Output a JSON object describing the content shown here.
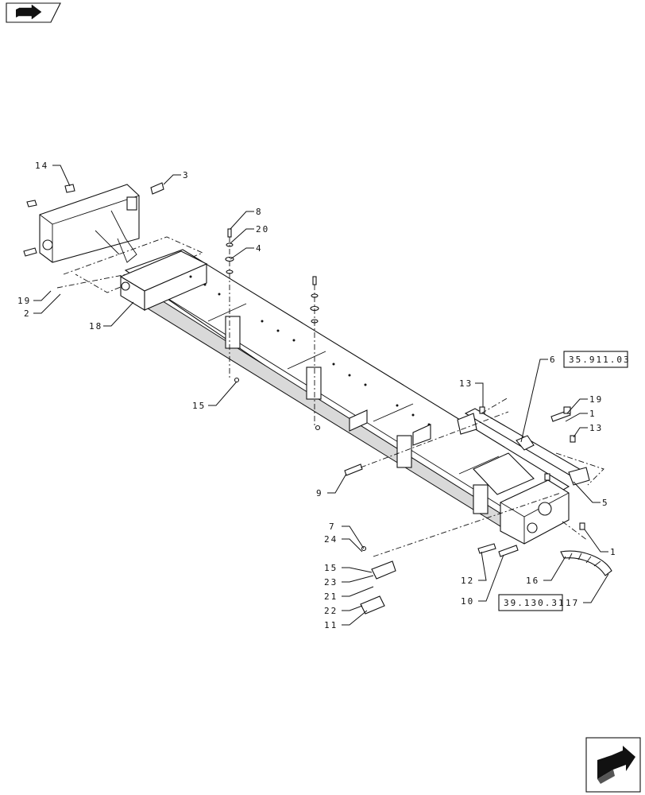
{
  "icons": {
    "top_nav": "book-arrow-icon",
    "bottom_nav": "next-page-arrow-icon"
  },
  "callouts": [
    {
      "label": "14"
    },
    {
      "label": "3"
    },
    {
      "label": "8"
    },
    {
      "label": "20"
    },
    {
      "label": "4"
    },
    {
      "label": "19"
    },
    {
      "label": "2"
    },
    {
      "label": "18"
    },
    {
      "label": "15"
    },
    {
      "label": "13"
    },
    {
      "label": "6"
    },
    {
      "label": "19"
    },
    {
      "label": "1"
    },
    {
      "label": "13"
    },
    {
      "label": "9"
    },
    {
      "label": "5"
    },
    {
      "label": "7"
    },
    {
      "label": "24"
    },
    {
      "label": "15"
    },
    {
      "label": "23"
    },
    {
      "label": "21"
    },
    {
      "label": "22"
    },
    {
      "label": "11"
    },
    {
      "label": "12"
    },
    {
      "label": "10"
    },
    {
      "label": "16"
    },
    {
      "label": "17"
    },
    {
      "label": "1"
    }
  ],
  "references": [
    {
      "label": "35.911.03"
    },
    {
      "label": "39.130.31"
    }
  ]
}
